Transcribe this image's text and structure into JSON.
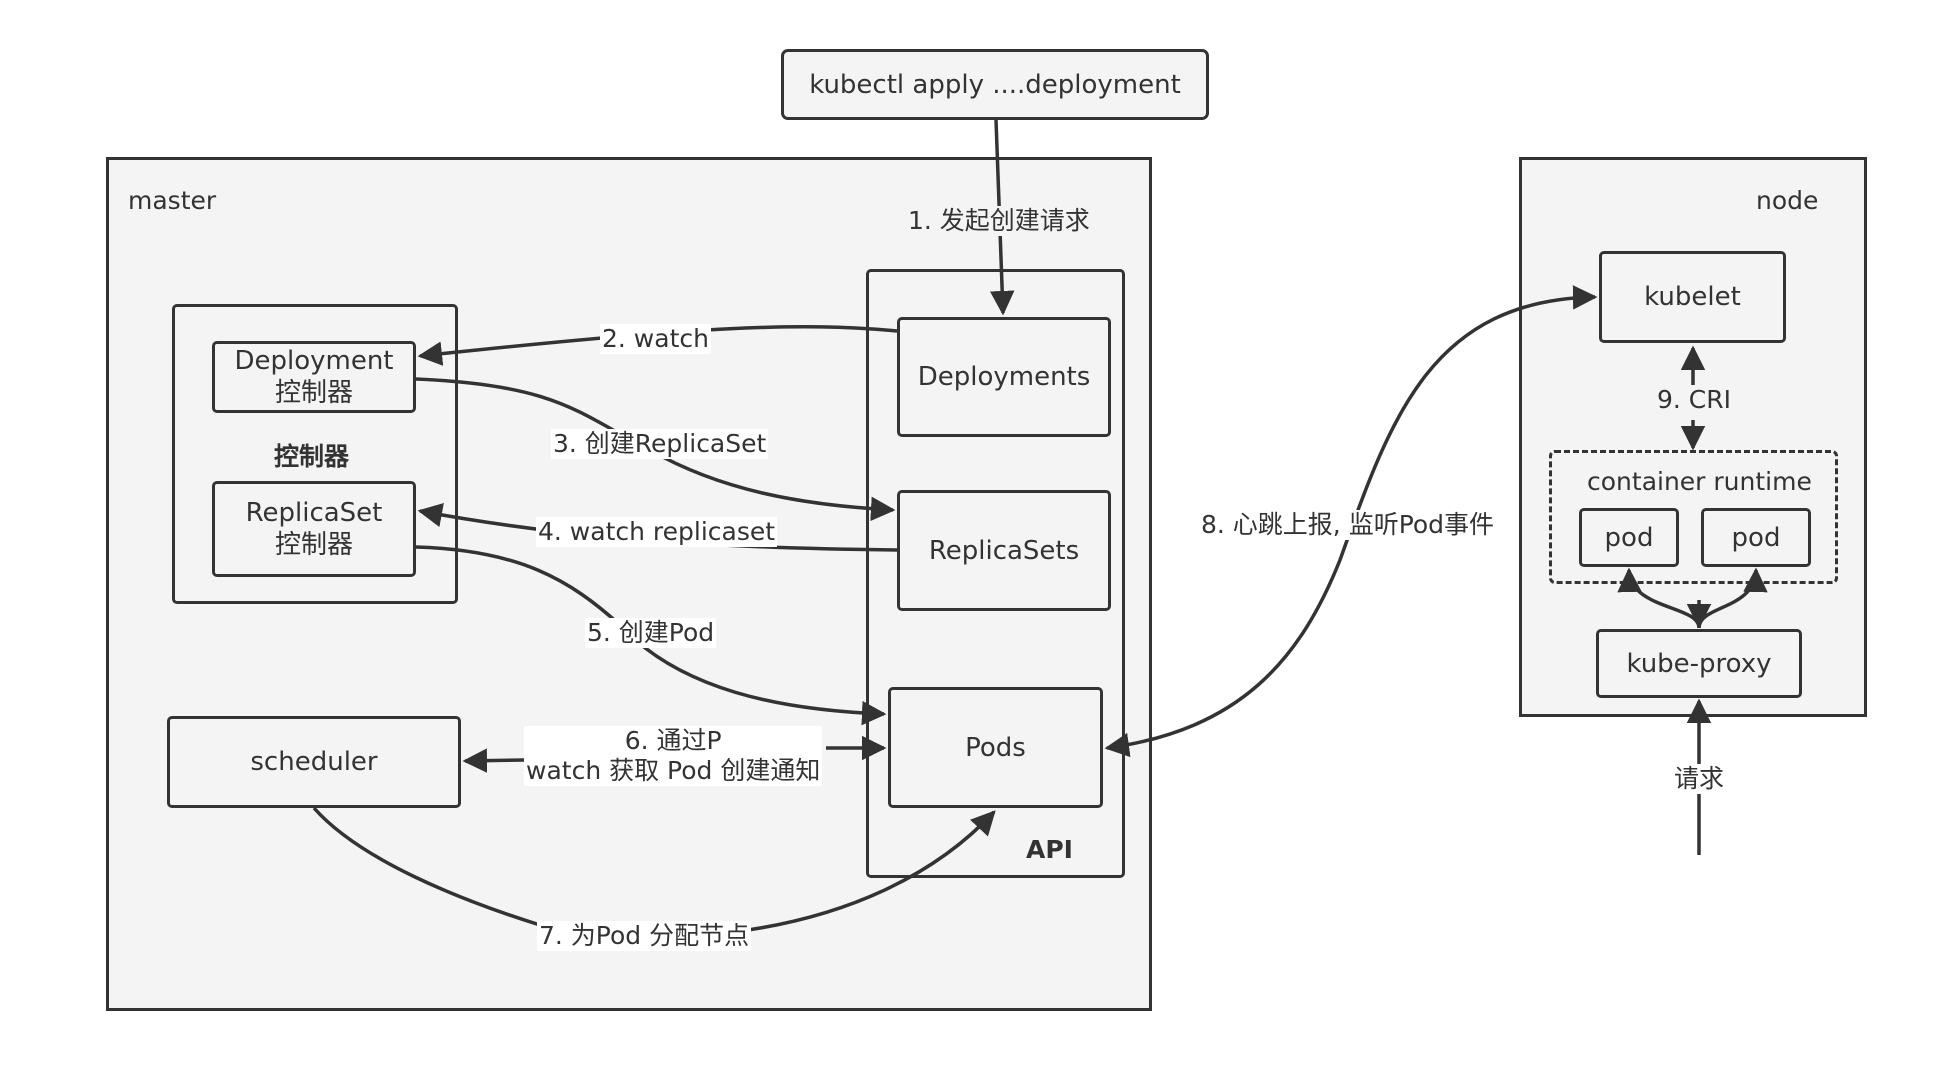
{
  "kubectl": "kubectl apply ....deployment",
  "master": {
    "title": "master",
    "controllers_group_label": "控制器",
    "deployment_controller": {
      "line1": "Deployment",
      "line2": "控制器"
    },
    "replicaset_controller": {
      "line1": "ReplicaSet",
      "line2": "控制器"
    },
    "scheduler": "scheduler",
    "api": {
      "label": "API",
      "deployments": "Deployments",
      "replicasets": "ReplicaSets",
      "pods": "Pods"
    }
  },
  "node": {
    "title": "node",
    "kubelet": "kubelet",
    "container_runtime": "container runtime",
    "pods": [
      "pod",
      "pod"
    ],
    "kube_proxy": "kube-proxy"
  },
  "edges": {
    "step1": "1. 发起创建请求",
    "step2": "2. watch",
    "step3": "3. 创建ReplicaSet",
    "step4": "4. watch replicaset",
    "step5": "5. 创建Pod",
    "step6_line1": "6. 通过P",
    "step6_line2": "watch 获取 Pod 创建通知",
    "step7": "7. 为Pod 分配节点",
    "step8": "8. 心跳上报, 监听Pod事件",
    "step9": "9. CRI",
    "request": "请求"
  }
}
